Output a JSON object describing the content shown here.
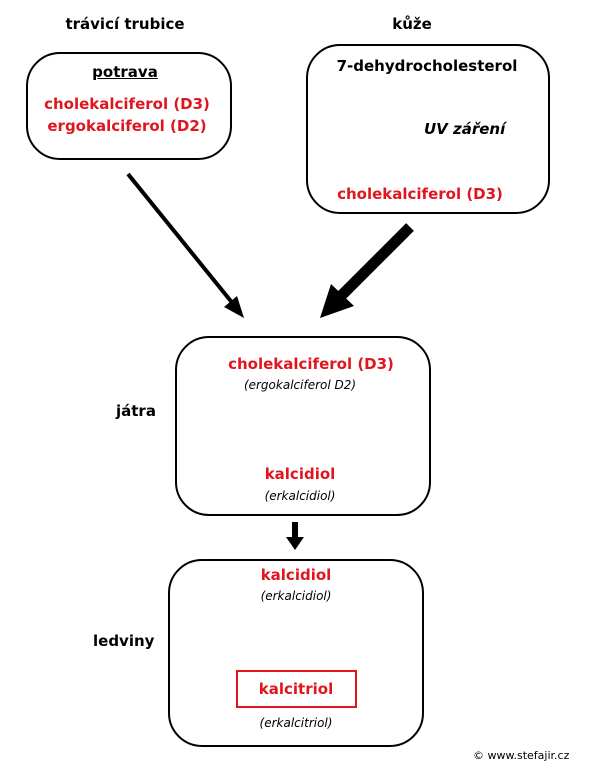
{
  "sources": {
    "gut": {
      "title": "trávicí trubice",
      "subtitle": "potrava",
      "compounds": [
        "cholekalciferol (D3)",
        "ergokalciferol (D2)"
      ]
    },
    "skin": {
      "title": "kůže",
      "precursor": "7-dehydrocholesterol",
      "process": "UV záření",
      "product": "cholekalciferol (D3)"
    }
  },
  "liver": {
    "label": "játra",
    "input": "cholekalciferol (D3)",
    "input_alt": "(ergokalciferol D2)",
    "output": "kalcidiol",
    "output_alt": "(erkalcidiol)"
  },
  "kidney": {
    "label": "ledviny",
    "input": "kalcidiol",
    "input_alt": "(erkalcidiol)",
    "output": "kalcitriol",
    "output_alt": "(erkalcitriol)"
  },
  "copyright": "© www.stefajir.cz",
  "colors": {
    "compound": "#e0161f",
    "line": "#000000"
  }
}
